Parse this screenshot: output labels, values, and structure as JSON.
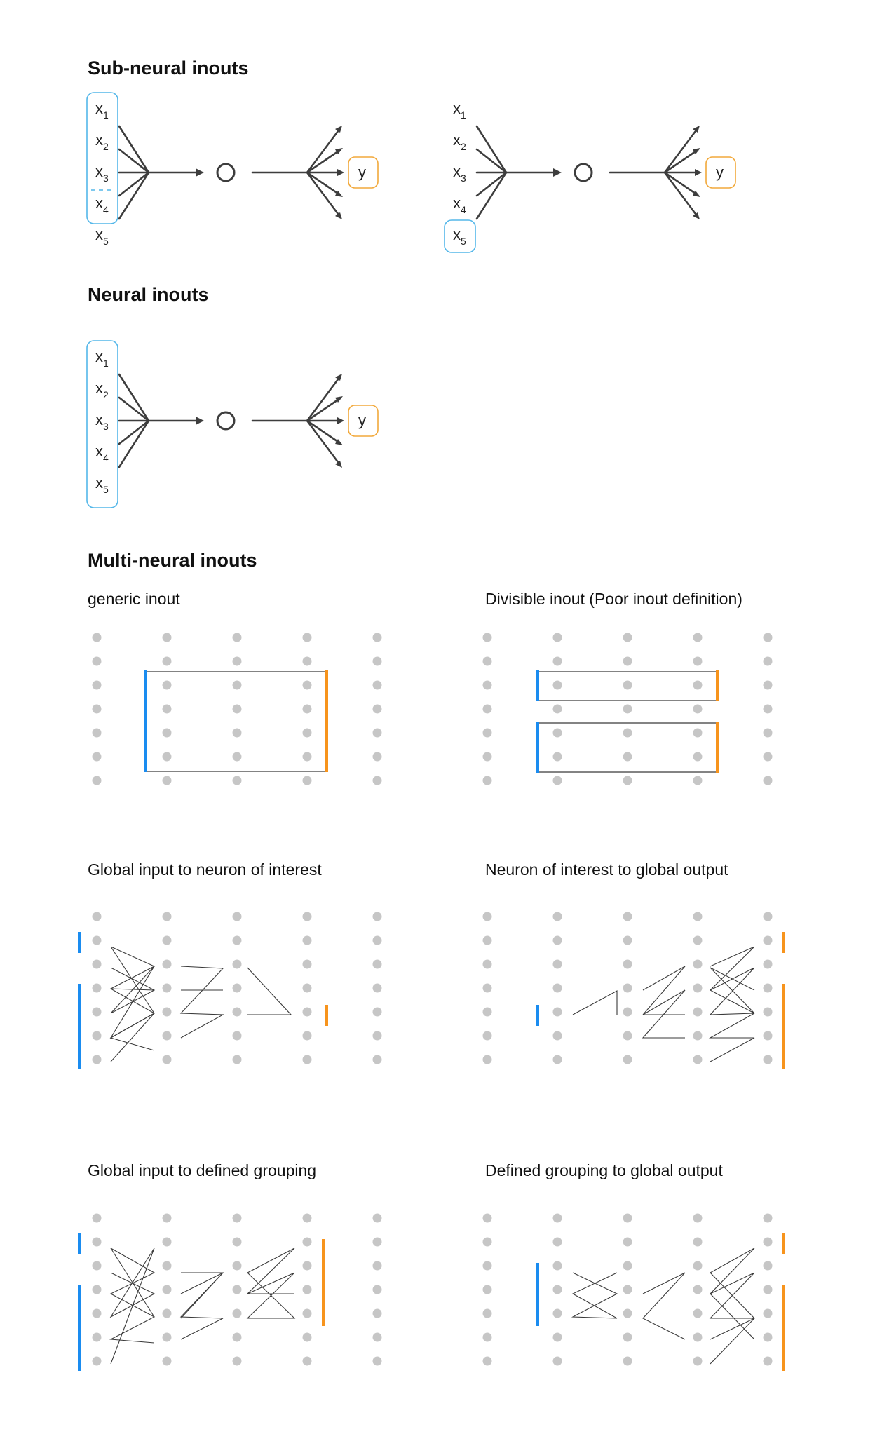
{
  "sections": {
    "sub_neural": "Sub-neural inouts",
    "neural": "Neural inouts",
    "multi_neural": "Multi-neural inouts"
  },
  "inputs": [
    "x",
    "x",
    "x",
    "x",
    "x"
  ],
  "input_subscripts": [
    "1",
    "2",
    "3",
    "4",
    "5"
  ],
  "output_label": "y",
  "panels": {
    "generic": "generic inout",
    "divisible": "Divisible inout (Poor inout definition)",
    "global_to_neuron": "Global input to neuron of interest",
    "neuron_to_global": "Neuron of interest to global output",
    "global_to_grouping": "Global input to defined grouping",
    "grouping_to_global": "Defined grouping to global output"
  },
  "colors": {
    "input_accent": "#1a8cf0",
    "output_accent": "#f7941d",
    "dots": "#c6c6c6"
  }
}
